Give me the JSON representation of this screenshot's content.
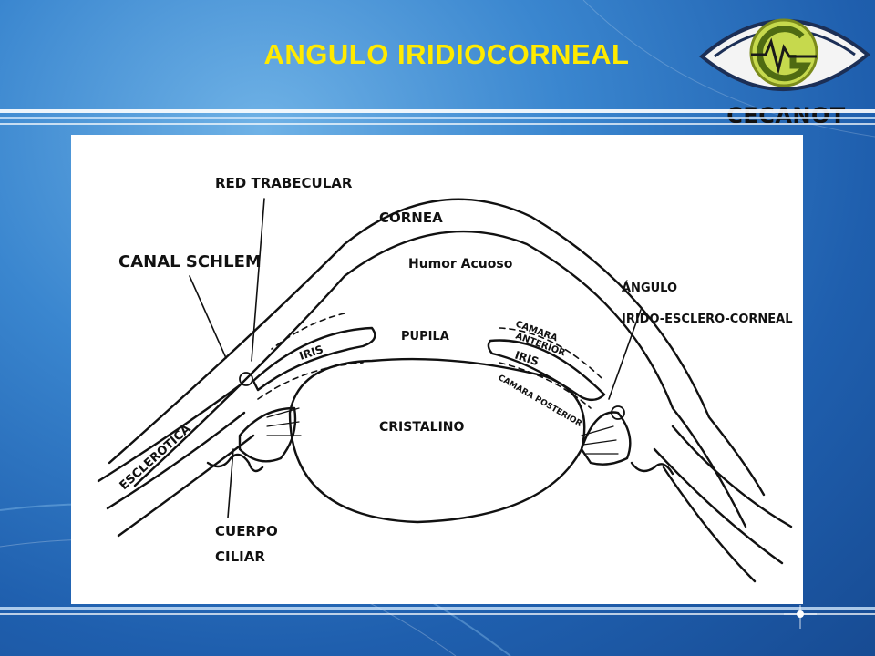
{
  "slide": {
    "title": "ANGULO IRIDIOCORNEAL",
    "title_color": "#ffea00",
    "background_color": "#2a72c2"
  },
  "logo": {
    "text": "CECANOT",
    "icon": "eye-icon"
  },
  "diagram": {
    "labels": {
      "red_trabecular": "RED TRABECULAR",
      "cornea": "CORNEA",
      "canal_schlem": "CANAL SCHLEM",
      "humor_acuoso": "Humor Acuoso",
      "angulo_line1": "ÁNGULO",
      "angulo_line2": "IRIDO-ESCLERO-CORNEAL",
      "pupila": "PUPILA",
      "camara_anterior_1": "CAMARA",
      "camara_anterior_2": "ANTERIOR",
      "iris_left": "IRIS",
      "iris_right": "IRIS",
      "camara_posterior": "CAMARA POSTERIOR",
      "cristalino": "CRISTALINO",
      "esclerotica": "ESCLEROTICA",
      "cuerpo_line1": "CUERPO",
      "cuerpo_line2": "CILIAR"
    }
  }
}
